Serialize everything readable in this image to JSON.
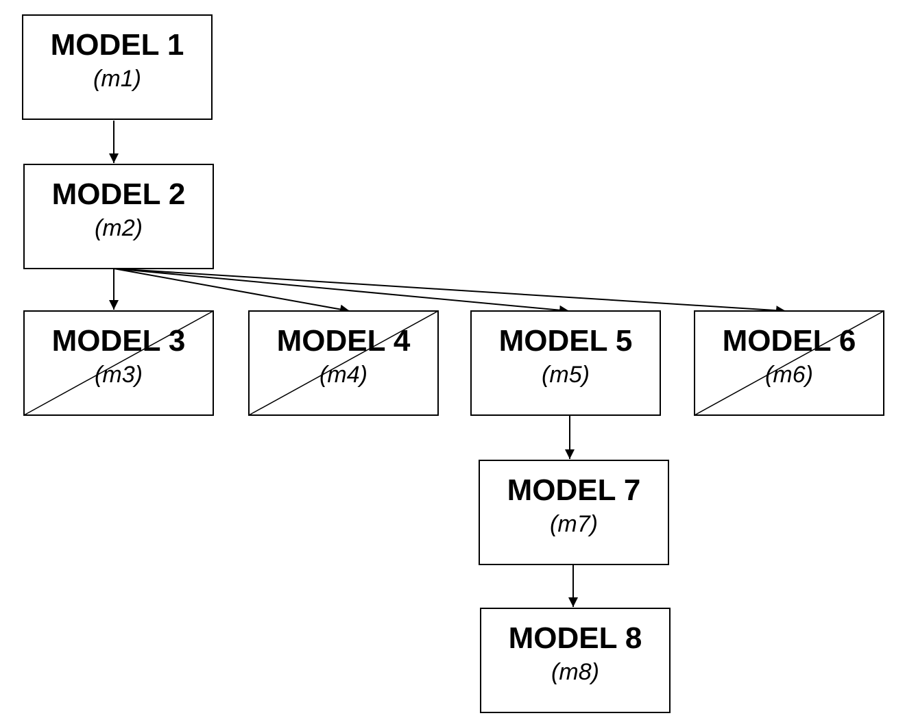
{
  "diagram": {
    "nodes": [
      {
        "id": "m1",
        "title": "MODEL 1",
        "code": "(m1)",
        "crossed": false
      },
      {
        "id": "m2",
        "title": "MODEL 2",
        "code": "(m2)",
        "crossed": false
      },
      {
        "id": "m3",
        "title": "MODEL 3",
        "code": "(m3)",
        "crossed": true
      },
      {
        "id": "m4",
        "title": "MODEL 4",
        "code": "(m4)",
        "crossed": true
      },
      {
        "id": "m5",
        "title": "MODEL 5",
        "code": "(m5)",
        "crossed": false
      },
      {
        "id": "m6",
        "title": "MODEL 6",
        "code": "(m6)",
        "crossed": true
      },
      {
        "id": "m7",
        "title": "MODEL 7",
        "code": "(m7)",
        "crossed": false
      },
      {
        "id": "m8",
        "title": "MODEL 8",
        "code": "(m8)",
        "crossed": false
      }
    ],
    "edges": [
      {
        "from": "m1",
        "to": "m2"
      },
      {
        "from": "m2",
        "to": "m3"
      },
      {
        "from": "m2",
        "to": "m4"
      },
      {
        "from": "m2",
        "to": "m5"
      },
      {
        "from": "m2",
        "to": "m6"
      },
      {
        "from": "m5",
        "to": "m7"
      },
      {
        "from": "m7",
        "to": "m8"
      }
    ]
  }
}
